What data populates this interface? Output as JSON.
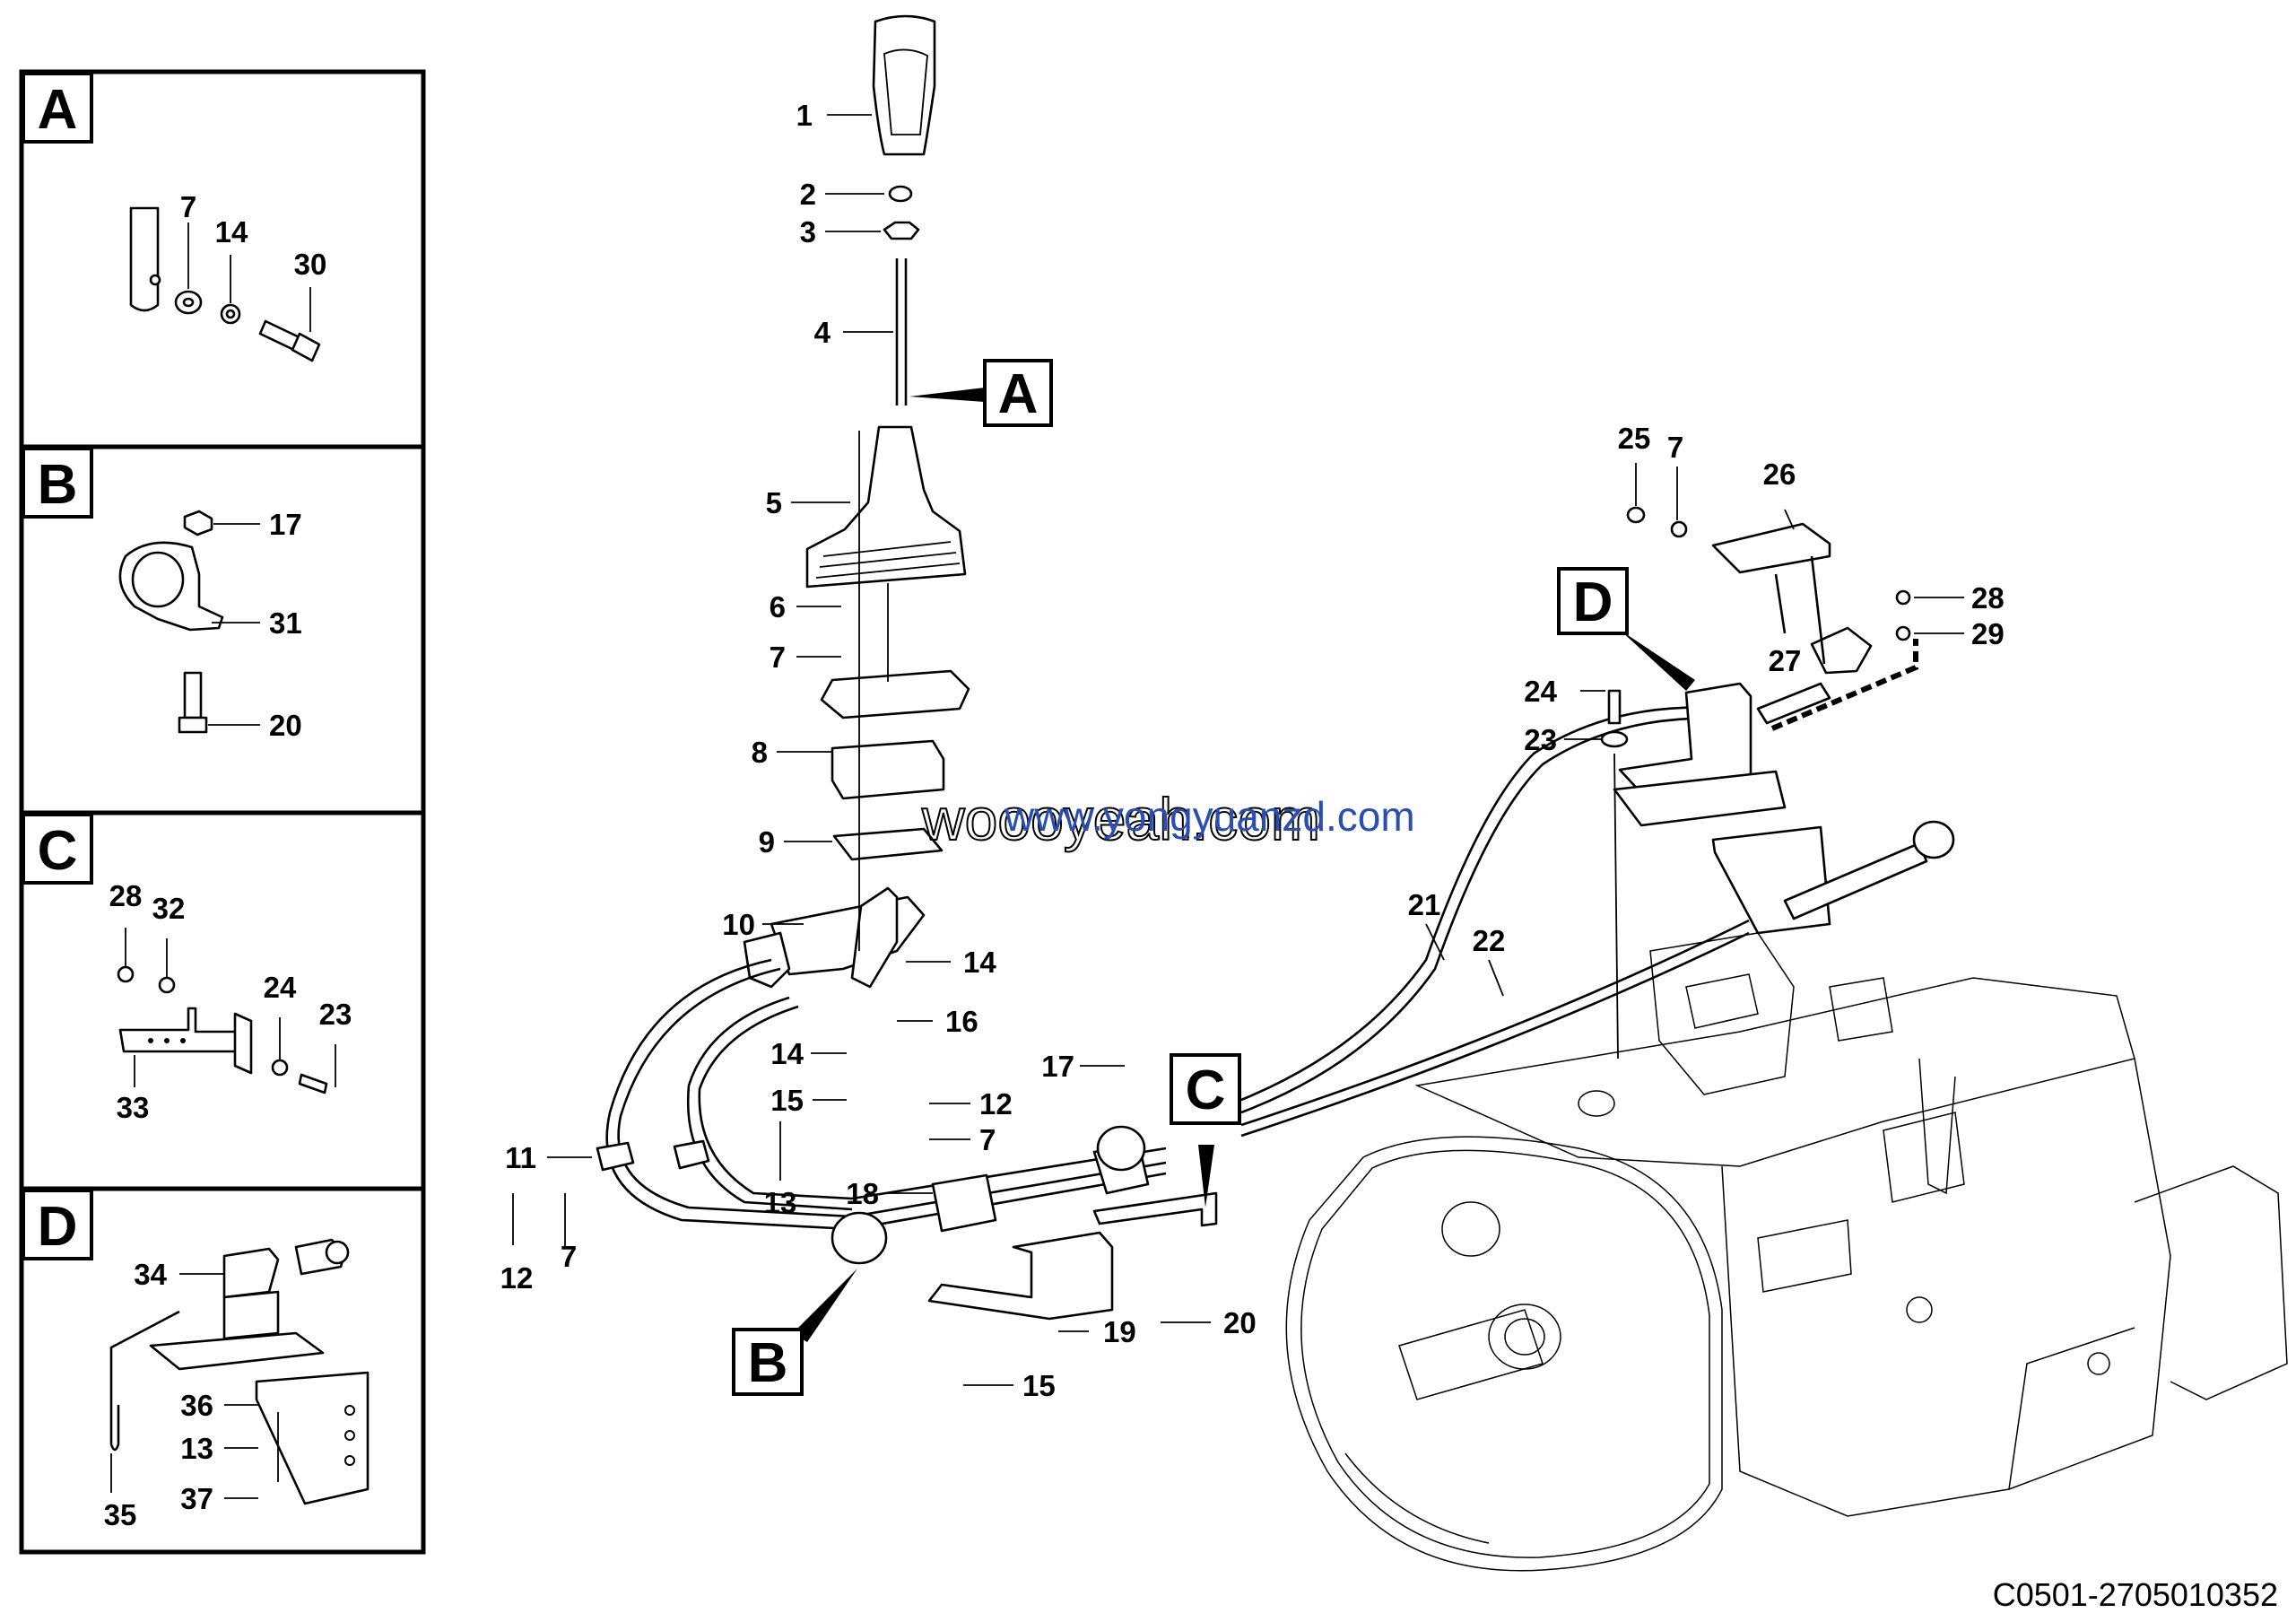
{
  "details": [
    {
      "letter": "A",
      "labels": [
        "7",
        "14",
        "30"
      ]
    },
    {
      "letter": "B",
      "labels": [
        "17",
        "31",
        "20"
      ]
    },
    {
      "letter": "C",
      "labels": [
        "28",
        "32",
        "24",
        "23",
        "33"
      ]
    },
    {
      "letter": "D",
      "labels": [
        "34",
        "36",
        "13",
        "37",
        "35"
      ]
    }
  ],
  "callouts": [
    "A",
    "B",
    "C",
    "D"
  ],
  "labels": {
    "main_left": [
      "1",
      "2",
      "3",
      "4",
      "5",
      "6",
      "7",
      "8",
      "9",
      "10",
      "11",
      "12",
      "7",
      "13",
      "14",
      "14",
      "15",
      "16"
    ],
    "main_center": [
      "17",
      "12",
      "7",
      "18",
      "19",
      "20",
      "15"
    ],
    "main_right": [
      "25",
      "7",
      "26",
      "28",
      "29",
      "27",
      "24",
      "23",
      "21",
      "22"
    ]
  },
  "watermark": {
    "primary": "woooyeah.com",
    "secondary": "www.yongyuanzd.com"
  },
  "drawing_code": "C0501-2705010352"
}
